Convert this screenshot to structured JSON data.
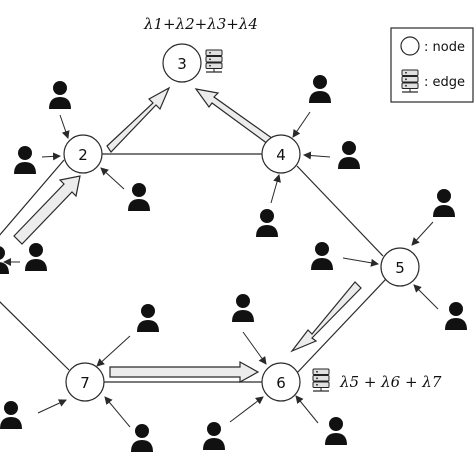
{
  "nodes": [
    {
      "id": "1",
      "label": ""
    },
    {
      "id": "2",
      "label": "2"
    },
    {
      "id": "3",
      "label": "3"
    },
    {
      "id": "4",
      "label": "4"
    },
    {
      "id": "5",
      "label": "5"
    },
    {
      "id": "6",
      "label": "6"
    },
    {
      "id": "7",
      "label": "7"
    }
  ],
  "links": [
    [
      "1",
      "2"
    ],
    [
      "2",
      "4"
    ],
    [
      "4",
      "5"
    ],
    [
      "5",
      "6"
    ],
    [
      "7",
      "6"
    ],
    [
      "1",
      "7"
    ]
  ],
  "flows": [
    [
      "1",
      "2"
    ],
    [
      "2",
      "3"
    ],
    [
      "4",
      "3"
    ],
    [
      "5",
      "6"
    ],
    [
      "7",
      "6"
    ]
  ],
  "edge_servers": [
    "3",
    "6"
  ],
  "formulas": {
    "node3": "λ1+λ2+λ3+λ4",
    "node6": "λ5 + λ6 + λ7"
  },
  "legend": {
    "node_label": ": node",
    "edge_label": ": edge",
    "node_icon": "circle-icon",
    "edge_icon": "server-icon"
  },
  "colors": {
    "stroke": "#2a2a2a",
    "user": "#111111",
    "arrow_fill": "#ececec"
  }
}
